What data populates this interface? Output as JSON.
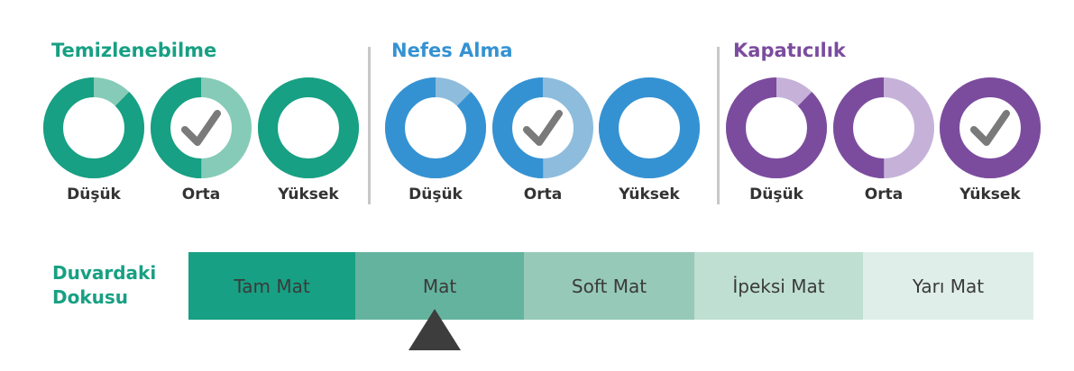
{
  "groups": [
    {
      "title": "Temizlenebilme",
      "color": "#17a083",
      "light": "#86cbb7",
      "selected": "Orta",
      "levels": [
        {
          "label": "Düşük",
          "fill": 0.875,
          "checked": false
        },
        {
          "label": "Orta",
          "fill": 0.5,
          "checked": true
        },
        {
          "label": "Yüksek",
          "fill": 1.0,
          "checked": false
        }
      ]
    },
    {
      "title": "Nefes Alma",
      "color": "#3592d2",
      "light": "#8ebcdc",
      "selected": "Orta",
      "levels": [
        {
          "label": "Düşük",
          "fill": 0.875,
          "checked": false
        },
        {
          "label": "Orta",
          "fill": 0.5,
          "checked": true
        },
        {
          "label": "Yüksek",
          "fill": 1.0,
          "checked": false
        }
      ]
    },
    {
      "title": "Kapatıcılık",
      "color": "#7b4c9e",
      "light": "#c6b2d9",
      "selected": "Yüksek",
      "levels": [
        {
          "label": "Düşük",
          "fill": 0.875,
          "checked": false
        },
        {
          "label": "Orta",
          "fill": 0.5,
          "checked": false
        },
        {
          "label": "Yüksek",
          "fill": 1.0,
          "checked": true
        }
      ]
    }
  ],
  "texture": {
    "title_line1": "Duvardaki",
    "title_line2": "Dokusu",
    "selected": "Mat",
    "segments": [
      {
        "label": "Tam Mat",
        "color": "#17a083"
      },
      {
        "label": "Mat",
        "color": "#64b39e"
      },
      {
        "label": "Soft Mat",
        "color": "#96c9b8"
      },
      {
        "label": "İpeksi Mat",
        "color": "#bfdfd3"
      },
      {
        "label": "Yarı Mat",
        "color": "#e0eee9"
      }
    ]
  },
  "icons": {
    "check": "check-icon",
    "pointer": "triangle-pointer-icon"
  },
  "check_color": "#7a7a7a",
  "pointer_color": "#3d3d3d"
}
